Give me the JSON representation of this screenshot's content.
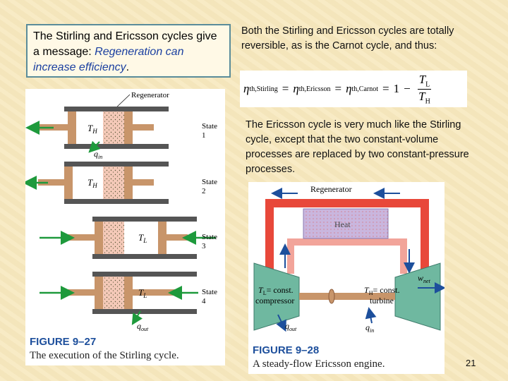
{
  "callout": {
    "line1": "The Stirling and Ericsson cycles give a message: ",
    "highlight": "Regeneration can increase efficiency",
    "end": "."
  },
  "intro": "Both the Stirling and Ericsson cycles are totally reversible, as is the Carnot cycle, and thus:",
  "equation": {
    "eta": "η",
    "sub_stirling": "th,Stirling",
    "sub_ericsson": "th,Ericsson",
    "sub_carnot": "th,Carnot",
    "equals": "=",
    "one": "1",
    "minus": "−",
    "num": "T",
    "num_sub": "L",
    "den": "T",
    "den_sub": "H"
  },
  "ericsson_text": "The Ericsson cycle is very much like the Stirling cycle, except that the two constant-volume processes are replaced by two constant-pressure processes.",
  "fig27": {
    "regenerator": "Regenerator",
    "states": [
      {
        "label": "State",
        "num": "1",
        "temp": "T",
        "temp_sub": "H"
      },
      {
        "label": "State",
        "num": "2",
        "temp": "T",
        "temp_sub": "H"
      },
      {
        "label": "State",
        "num": "3",
        "temp": "T",
        "temp_sub": "L"
      },
      {
        "label": "State",
        "num": "4",
        "temp": "T",
        "temp_sub": "L"
      }
    ],
    "q_in": "q",
    "q_in_sub": "in",
    "q_out": "q",
    "q_out_sub": "out",
    "label": "FIGURE 9–27",
    "caption": "The execution of the Stirling cycle."
  },
  "fig28": {
    "regenerator": "Regenerator",
    "heat": "Heat",
    "compressor_temp": "T",
    "compressor_sub": "L",
    "compressor_const": "= const.",
    "compressor_label": "compressor",
    "turbine_temp": "T",
    "turbine_sub": "H",
    "turbine_const": "= const.",
    "turbine_label": "turbine",
    "w_net": "w",
    "w_net_sub": "net",
    "q_out": "q",
    "q_out_sub": "out",
    "q_in": "q",
    "q_in_sub": "in",
    "label": "FIGURE 9–28",
    "caption": "A steady-flow Ericsson engine."
  },
  "page_number": "21",
  "colors": {
    "accent_blue": "#1d4f9c",
    "arrow_green": "#1e9a3c",
    "pipe_red": "#e8483a",
    "turbine_green": "#6fb8a0",
    "regenerator_purple": "#b8a8d8"
  }
}
